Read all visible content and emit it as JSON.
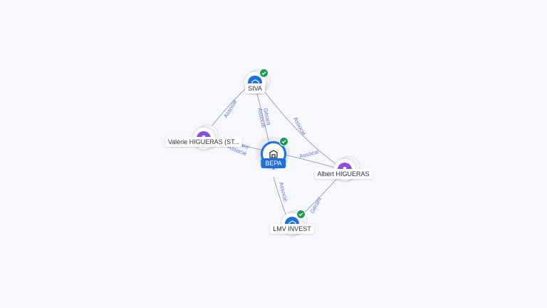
{
  "nodes": {
    "siva": {
      "label": "SIVA",
      "type": "company",
      "verified": true
    },
    "bepa": {
      "label": "BEPA",
      "type": "company",
      "verified": true,
      "focus": true
    },
    "lmv": {
      "label": "LMV INVEST",
      "type": "company",
      "verified": true
    },
    "valerie": {
      "label": "Valérie HIGUERAS (ST...",
      "type": "person"
    },
    "albert": {
      "label": "Albert HIGUERAS",
      "type": "person"
    }
  },
  "edges": {
    "valerie_siva": "Associé",
    "siva_bepa_gerant": "Gérant",
    "siva_bepa_associe": "Associé",
    "valerie_bepa_gerant": "Gérant",
    "valerie_bepa_associe": "Associé",
    "albert_siva": "Associé",
    "albert_bepa": "Associé",
    "bepa_lmv": "Associé",
    "albert_lmv": "Gérant"
  },
  "colors": {
    "company": "#1f6fe0",
    "person": "#8a4fe0",
    "verified": "#1f9d55",
    "edge": "#8b8fa8",
    "edge_label": "#6f6fd9"
  }
}
